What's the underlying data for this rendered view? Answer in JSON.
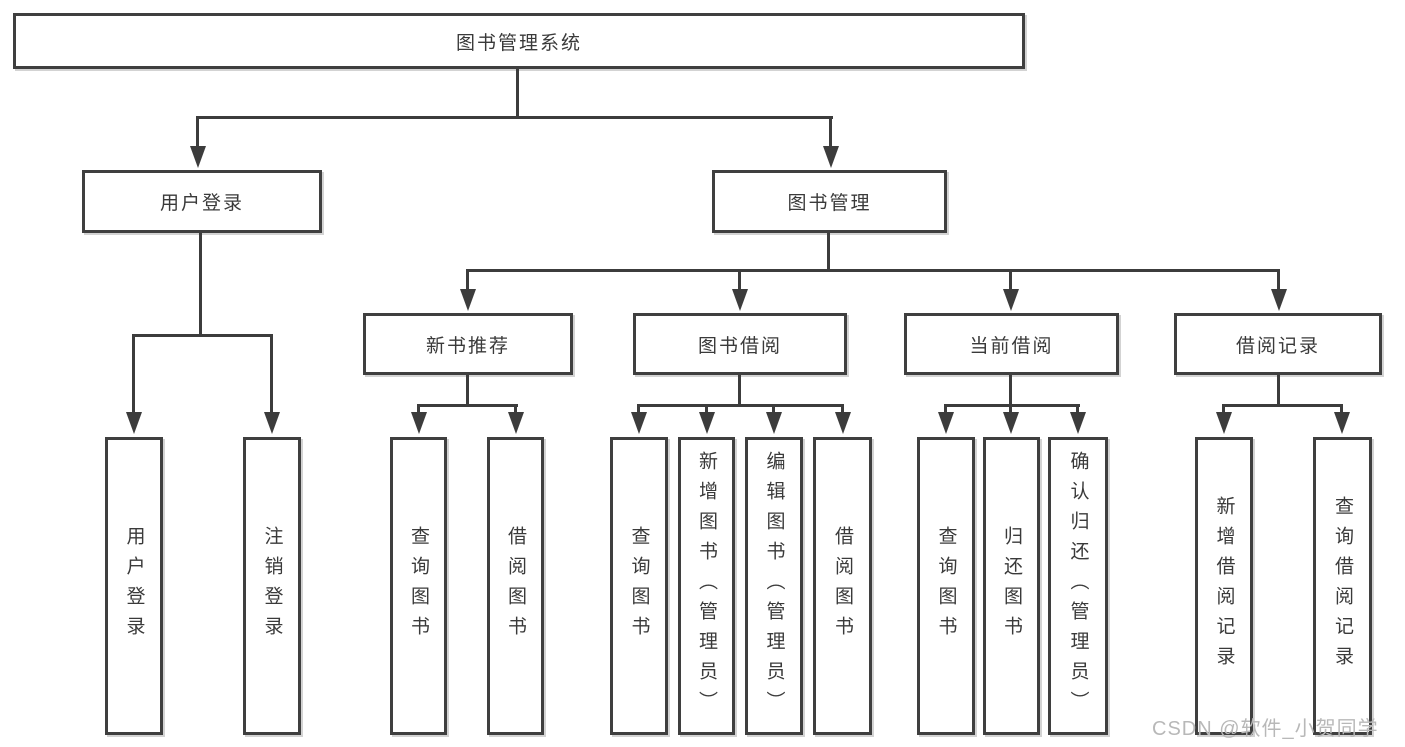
{
  "tree": {
    "label": "图书管理系统",
    "children": [
      {
        "label": "用户登录",
        "children": [
          {
            "label": "用户登录"
          },
          {
            "label": "注销登录"
          }
        ]
      },
      {
        "label": "图书管理",
        "children": [
          {
            "label": "新书推荐",
            "children": [
              {
                "label": "查询图书"
              },
              {
                "label": "借阅图书"
              }
            ]
          },
          {
            "label": "图书借阅",
            "children": [
              {
                "label": "查询图书"
              },
              {
                "label": "新增图书（管理员）"
              },
              {
                "label": "编辑图书（管理员）"
              },
              {
                "label": "借阅图书"
              }
            ]
          },
          {
            "label": "当前借阅",
            "children": [
              {
                "label": "查询图书"
              },
              {
                "label": "归还图书"
              },
              {
                "label": "确认归还（管理员）"
              }
            ]
          },
          {
            "label": "借阅记录",
            "children": [
              {
                "label": "新增借阅记录"
              },
              {
                "label": "查询借阅记录"
              }
            ]
          }
        ]
      }
    ]
  },
  "watermark": "CSDN @软件_小贺同学",
  "colors": {
    "line": "#3c3c3c",
    "border": "#3f3f3f",
    "text": "#3a3a3a",
    "watermark": "#b8b8b8",
    "background": "#ffffff"
  }
}
